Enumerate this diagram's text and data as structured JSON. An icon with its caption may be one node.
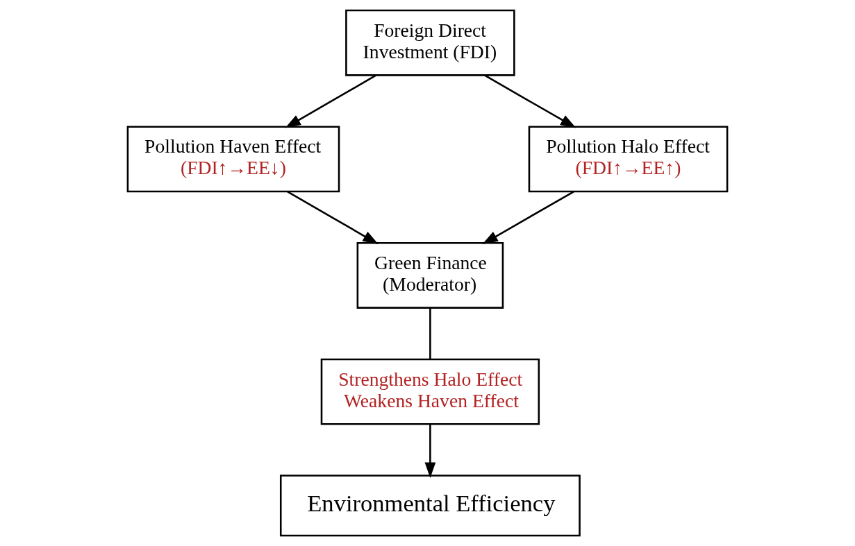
{
  "diagram": {
    "nodes": [
      {
        "text": [
          "Foreign Direct Investment (FDI)"
        ]
      },
      {
        "text": [
          "Pollution Haven Effect",
          "(FDI↑→EE↓)"
        ]
      },
      {
        "text": [
          "Pollution Halo Effect",
          "(FDI↑→EE↑)"
        ]
      },
      {
        "text": [
          "Green Finance (Moderator)"
        ]
      },
      {
        "text": [
          "Strengthens Halo Effect",
          "Weakens Haven Effect"
        ]
      },
      {
        "text": [
          "Environmental Efficiency"
        ]
      }
    ],
    "edges": [
      {
        "from": 0,
        "to": 1,
        "arrow": "to"
      },
      {
        "from": 0,
        "to": 2,
        "arrow": "to"
      },
      {
        "from": 1,
        "to": 3,
        "arrow": "to"
      },
      {
        "from": 2,
        "to": 3,
        "arrow": "to"
      },
      {
        "from": 3,
        "to": 4,
        "arrow": "none"
      },
      {
        "from": 4,
        "to": 5,
        "arrow": "to"
      }
    ]
  }
}
